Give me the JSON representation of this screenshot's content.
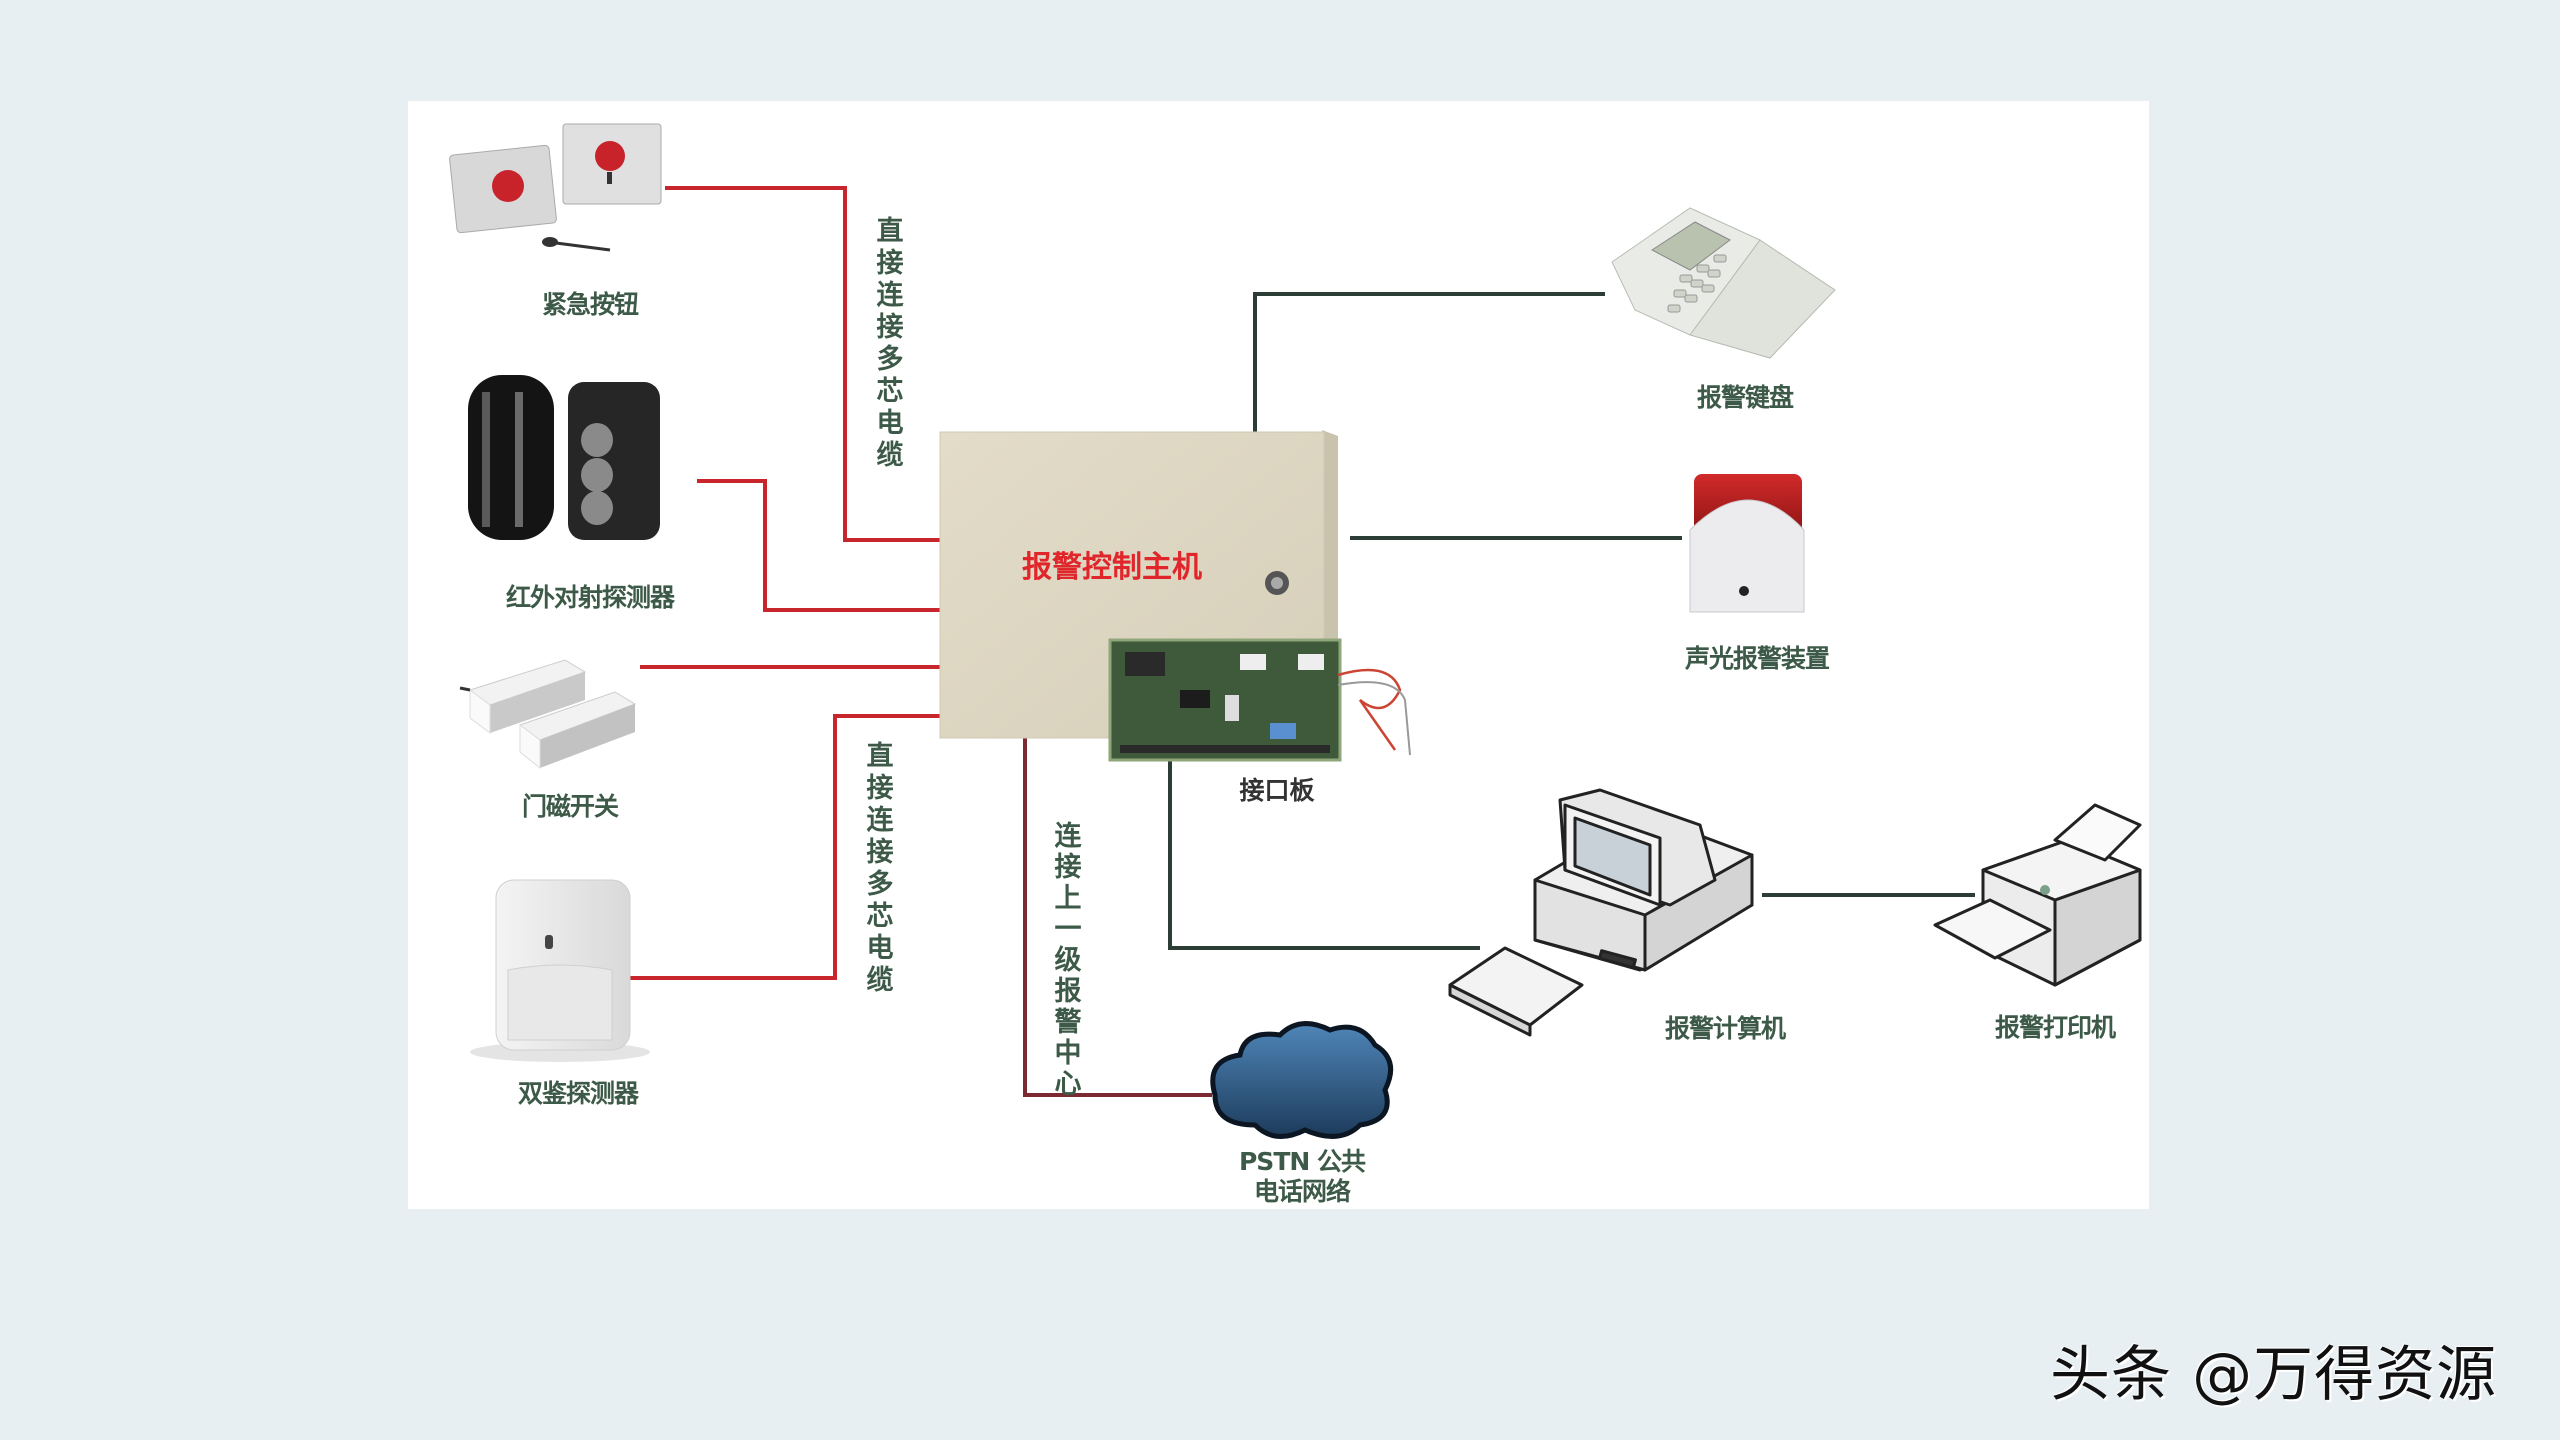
{
  "diagram": {
    "title_center": "报警控制主机",
    "nodes": {
      "emergency_button": {
        "label": "紧急按钮",
        "icon": "panic-button-icon"
      },
      "ir_beam_detector": {
        "label": "红外对射探测器",
        "icon": "infrared-beam-detector-icon"
      },
      "door_contact": {
        "label": "门磁开关",
        "icon": "door-magnetic-switch-icon"
      },
      "dual_tech_detector": {
        "label": "双鉴探测器",
        "icon": "pir-detector-icon"
      },
      "control_host": {
        "label": "报警控制主机",
        "icon": "control-panel-box-icon"
      },
      "interface_board": {
        "label": "接口板",
        "icon": "circuit-board-icon"
      },
      "keypad": {
        "label": "报警键盘",
        "icon": "keypad-icon"
      },
      "siren": {
        "label": "声光报警装置",
        "icon": "strobe-siren-icon"
      },
      "computer": {
        "label": "报警计算机",
        "icon": "computer-icon"
      },
      "printer": {
        "label": "报警打印机",
        "icon": "printer-icon"
      },
      "pstn": {
        "label_line1": "PSTN 公共",
        "label_line2": "电话网络",
        "icon": "cloud-icon"
      }
    },
    "edge_labels": {
      "upper_cable": [
        "直",
        "接",
        "连",
        "接",
        "多",
        "芯",
        "电",
        "缆"
      ],
      "lower_cable": [
        "直",
        "接",
        "连",
        "接",
        "多",
        "芯",
        "电",
        "缆"
      ],
      "uplink": [
        "连",
        "接",
        "上",
        "一",
        "级",
        "报",
        "警",
        "中",
        "心"
      ]
    },
    "colors": {
      "sensor_wire": "#c8262c",
      "output_wire": "#2b3d34",
      "uplink_wire": "#7a2a30",
      "host_label": "#e0262b",
      "label_text": "#3d5a48"
    }
  },
  "watermark": "头条 @万得资源"
}
